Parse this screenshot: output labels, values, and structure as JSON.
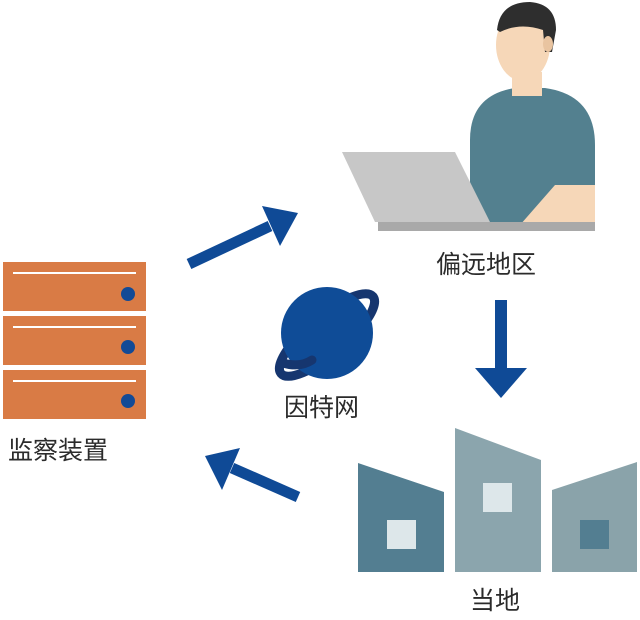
{
  "labels": {
    "remote": "偏远地区",
    "internet": "因特网",
    "monitor": "监察装置",
    "local": "当地"
  },
  "colors": {
    "arrow": "#0f4a96",
    "server": "#d97b45",
    "server_dot": "#124a96",
    "globe": "#0f4c97",
    "globe_ring": "#16366f",
    "building_dark": "#537e91",
    "building_mid": "#8ba5ad",
    "building_light": "#8aa3aa",
    "window": "#dde7ea",
    "shirt": "#53808f",
    "skin": "#f6d7b8",
    "hair": "#2e2e2e",
    "laptop": "#c7c7c7"
  },
  "icons": [
    "person-at-laptop-icon",
    "server-rack-icon",
    "globe-icon",
    "buildings-icon",
    "arrow-icon"
  ]
}
